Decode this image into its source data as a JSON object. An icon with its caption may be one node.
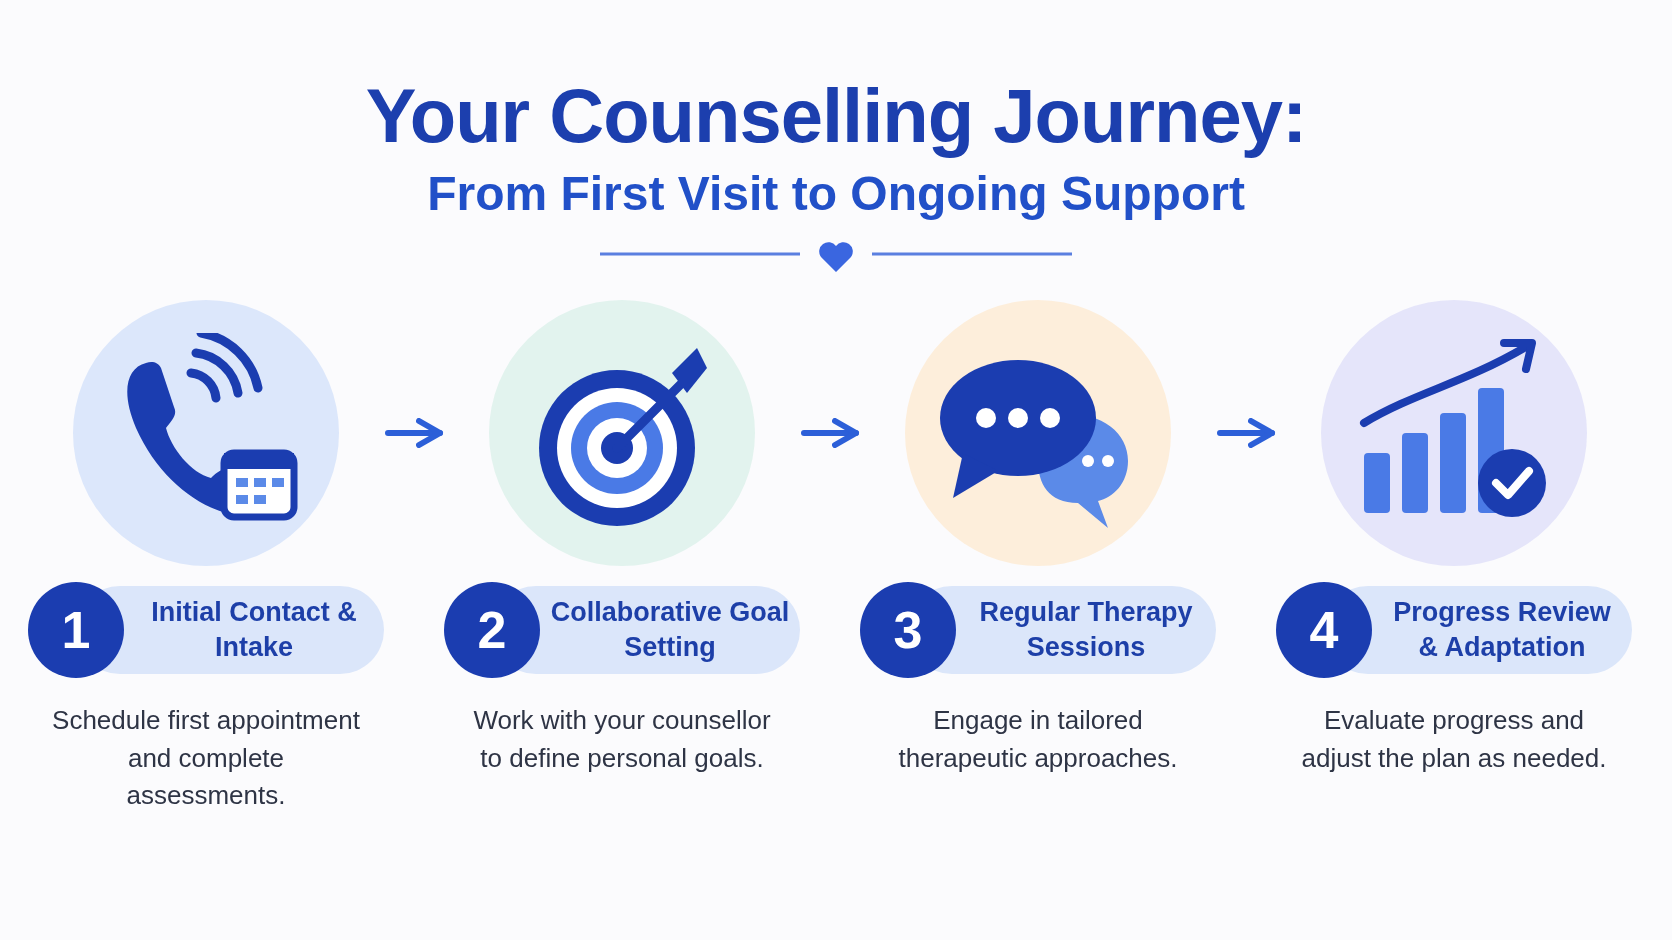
{
  "diagram": {
    "title": "Your Counselling Journey:",
    "nodes": [
      {
        "text": [
          "1",
          "Initial Contact & Intake",
          "Schedule first appointment and complete assessments."
        ]
      },
      {
        "text": [
          "2",
          "Collaborative Goal Setting",
          "Work with your counsellor to define personal goals."
        ]
      },
      {
        "text": [
          "3",
          "Regular Therapy Sessions",
          "Engage in tailored therapeutic approaches."
        ]
      },
      {
        "text": [
          "4",
          "Progress Review & Adaptation",
          "Evaluate progress and adjust the plan as needed."
        ]
      }
    ],
    "edges": [
      {
        "from": 0,
        "to": 1,
        "arrow": "to"
      },
      {
        "from": 1,
        "to": 2,
        "arrow": "to"
      },
      {
        "from": 2,
        "to": 3,
        "arrow": "to"
      }
    ],
    "labels": [
      "From First Visit to Ongoing Support"
    ]
  }
}
